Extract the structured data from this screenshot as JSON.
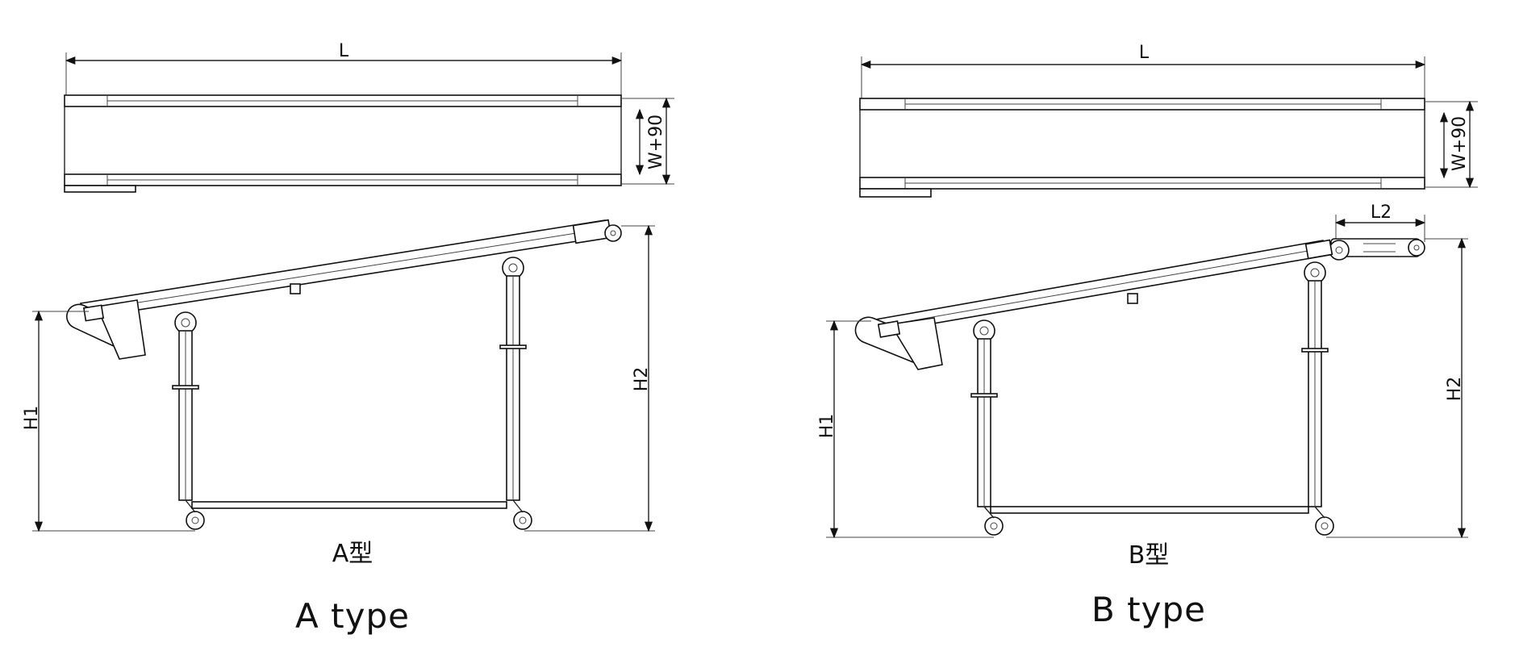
{
  "figures": [
    {
      "id": "A",
      "length_label": "L",
      "width_label": "W+90",
      "h1_label": "H1",
      "h2_label": "H2",
      "caption_cn": "A型",
      "caption_en": "A type"
    },
    {
      "id": "B",
      "length_label": "L",
      "width_label": "W+90",
      "l2_label": "L2",
      "h1_label": "H1",
      "h2_label": "H2",
      "caption_cn": "B型",
      "caption_en": "B type"
    }
  ]
}
